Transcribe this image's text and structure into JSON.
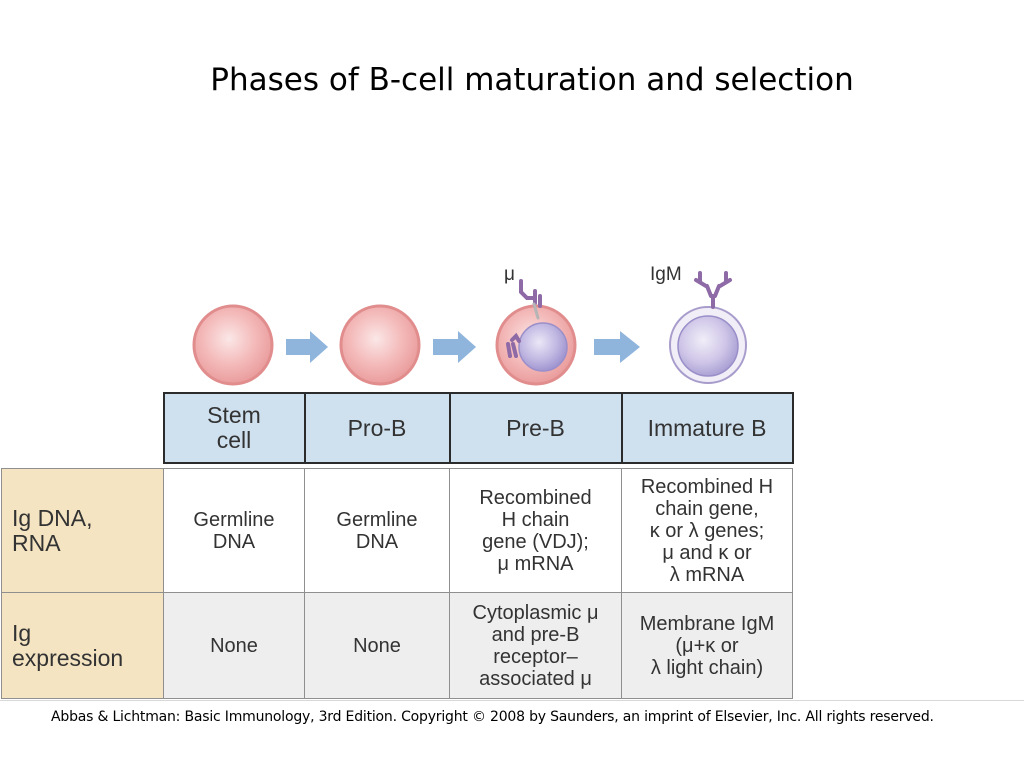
{
  "title": "Phases of B-cell maturation and selection",
  "labels": {
    "mu": "μ",
    "igm": "IgM"
  },
  "stages": [
    "Stem\ncell",
    "Pro-B",
    "Pre-B",
    "Immature B"
  ],
  "rows": [
    {
      "label": "Ig DNA,\nRNA",
      "cells": [
        "Germline\nDNA",
        "Germline\nDNA",
        "Recombined\nH chain\ngene (VDJ);\nμ mRNA",
        "Recombined H\nchain gene,\nκ or λ genes;\nμ and κ or\nλ mRNA"
      ]
    },
    {
      "label": "Ig\nexpression",
      "cells": [
        "None",
        "None",
        "Cytoplasmic μ\nand pre-B\nreceptor–\nassociated μ",
        "Membrane IgM\n(μ+κ or\nλ light chain)"
      ]
    }
  ],
  "credit": "Abbas & Lichtman: Basic Immunology, 3rd Edition. Copyright © 2008 by Saunders, an imprint of Elsevier, Inc. All rights reserved.",
  "colors": {
    "cell_fill": "#f2b3b3",
    "cell_edge": "#e58f8f",
    "nucleus_fill": "#b9b1dc",
    "membrane_ig": "#8e6aa6",
    "arrow": "#8fb5dd",
    "header_bg": "#cfe0ef",
    "rowlabel_bg": "#f4e4c2"
  }
}
